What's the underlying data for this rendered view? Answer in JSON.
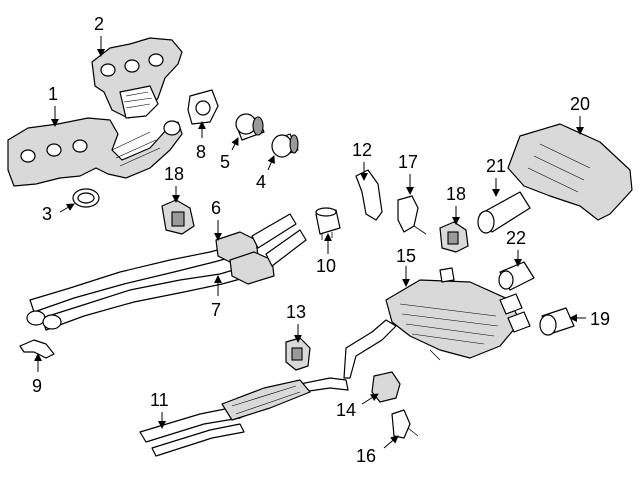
{
  "callouts": [
    {
      "id": "1",
      "label": "1"
    },
    {
      "id": "2",
      "label": "2"
    },
    {
      "id": "3",
      "label": "3"
    },
    {
      "id": "4",
      "label": "4"
    },
    {
      "id": "5",
      "label": "5"
    },
    {
      "id": "6",
      "label": "6"
    },
    {
      "id": "7",
      "label": "7"
    },
    {
      "id": "8",
      "label": "8"
    },
    {
      "id": "9",
      "label": "9"
    },
    {
      "id": "10",
      "label": "10"
    },
    {
      "id": "11",
      "label": "11"
    },
    {
      "id": "12",
      "label": "12"
    },
    {
      "id": "13",
      "label": "13"
    },
    {
      "id": "14",
      "label": "14"
    },
    {
      "id": "15",
      "label": "15"
    },
    {
      "id": "16",
      "label": "16"
    },
    {
      "id": "17",
      "label": "17"
    },
    {
      "id": "18a",
      "label": "18"
    },
    {
      "id": "18b",
      "label": "18"
    },
    {
      "id": "19",
      "label": "19"
    },
    {
      "id": "20",
      "label": "20"
    },
    {
      "id": "21",
      "label": "21"
    },
    {
      "id": "22",
      "label": "22"
    }
  ]
}
